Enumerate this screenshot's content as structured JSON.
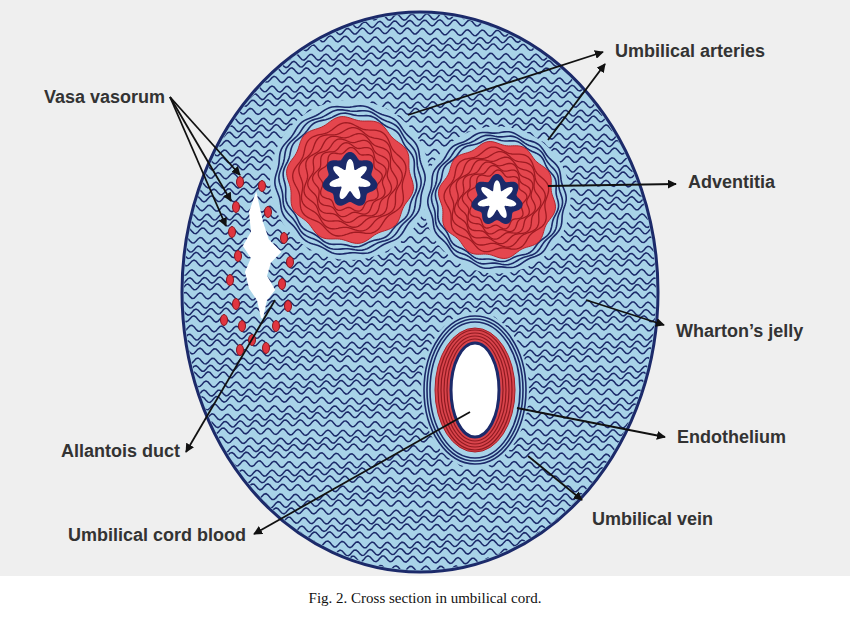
{
  "diagram": {
    "caption": "Fig. 2. Cross section in umbilical cord.",
    "labels": [
      "Umbilical arteries",
      "Vasa vasorum",
      "Adventitia",
      "Wharton’s jelly",
      "Endothelium",
      "Allantois duct",
      "Umbilical vein",
      "Umbilical cord blood"
    ]
  }
}
